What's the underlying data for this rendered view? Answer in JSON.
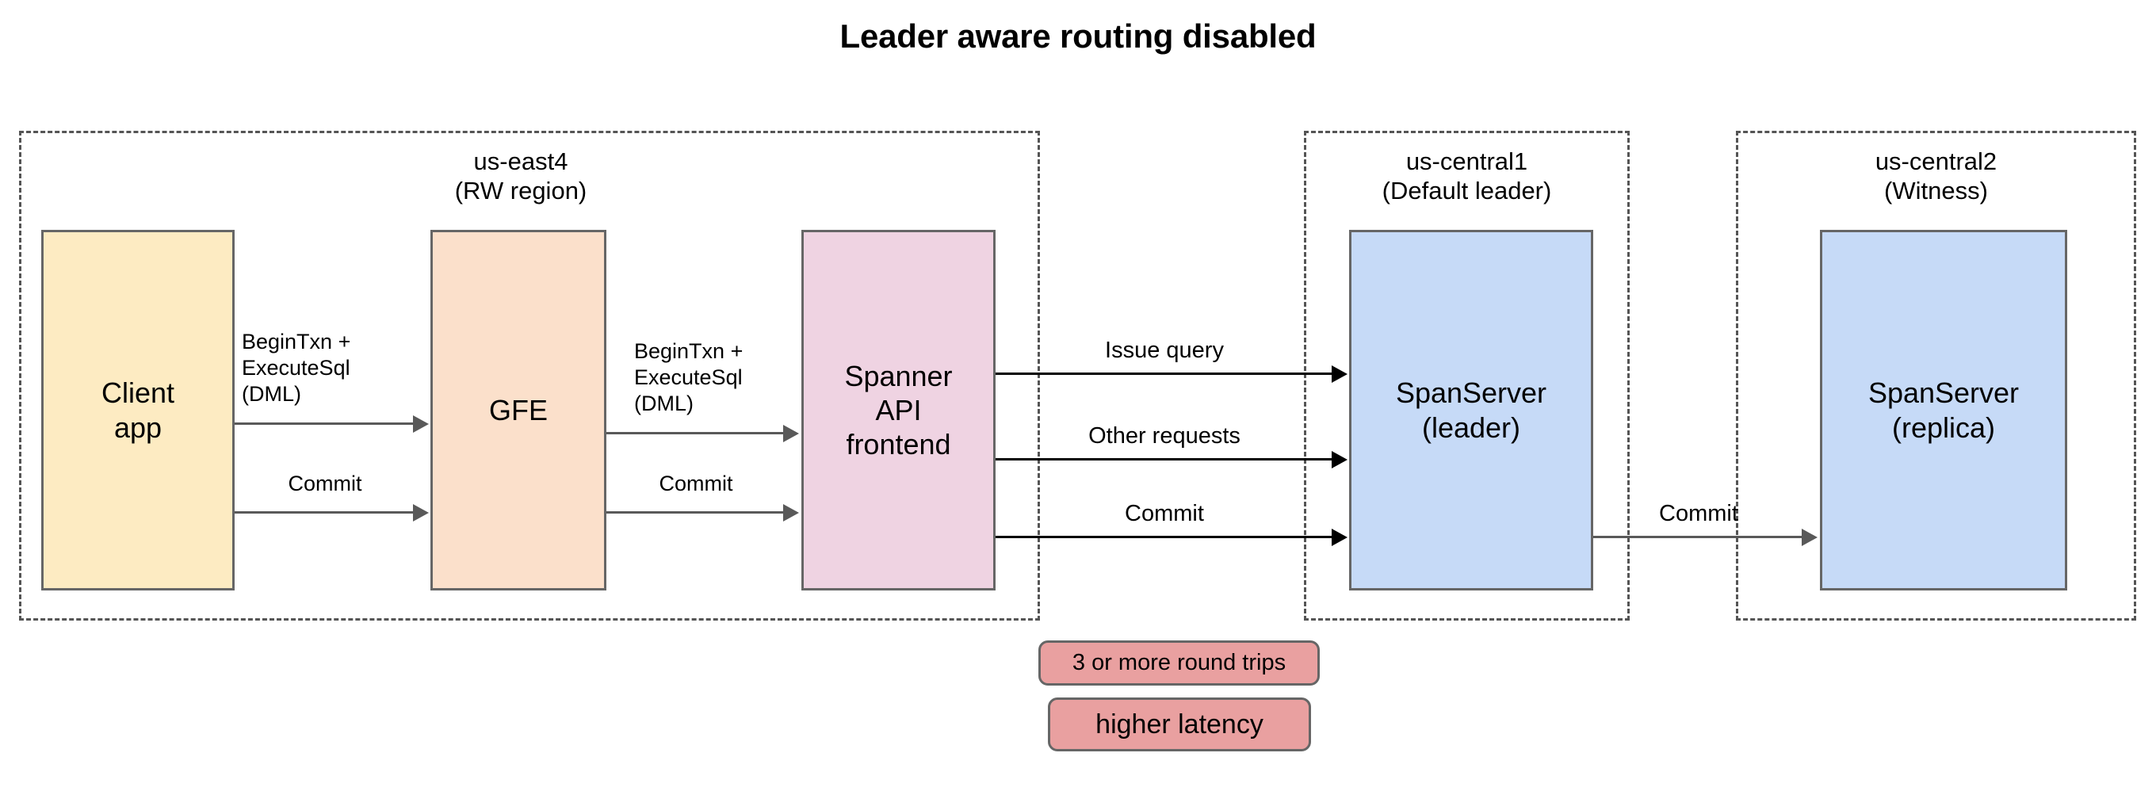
{
  "title": "Leader aware routing disabled",
  "regions": [
    {
      "id": "rw",
      "label": "us-east4\n(RW region)"
    },
    {
      "id": "leader",
      "label": "us-central1\n(Default leader)"
    },
    {
      "id": "witness",
      "label": "us-central2\n(Witness)"
    }
  ],
  "nodes": {
    "client": "Client\napp",
    "gfe": "GFE",
    "spanner_api": "Spanner\nAPI\nfrontend",
    "spanserver_leader": "SpanServer\n(leader)",
    "spanserver_replica": "SpanServer\n(replica)"
  },
  "arrows": {
    "client_to_gfe_1": "BeginTxn +\nExecuteSql\n(DML)",
    "client_to_gfe_2": "Commit",
    "gfe_to_api_1": "BeginTxn +\nExecuteSql\n(DML)",
    "gfe_to_api_2": "Commit",
    "api_to_leader_1": "Issue query",
    "api_to_leader_2": "Other requests",
    "api_to_leader_3": "Commit",
    "leader_to_replica": "Commit"
  },
  "badges": {
    "round_trips": "3 or more round trips",
    "latency": "higher latency"
  },
  "colors": {
    "client_fill": "#fdebc2",
    "gfe_fill": "#fbe0cb",
    "spanner_fill": "#efd3e2",
    "spanserver_fill": "#c6daf7",
    "badge_fill": "#e9a0a0",
    "box_stroke": "#666666",
    "region_stroke": "#555555"
  }
}
